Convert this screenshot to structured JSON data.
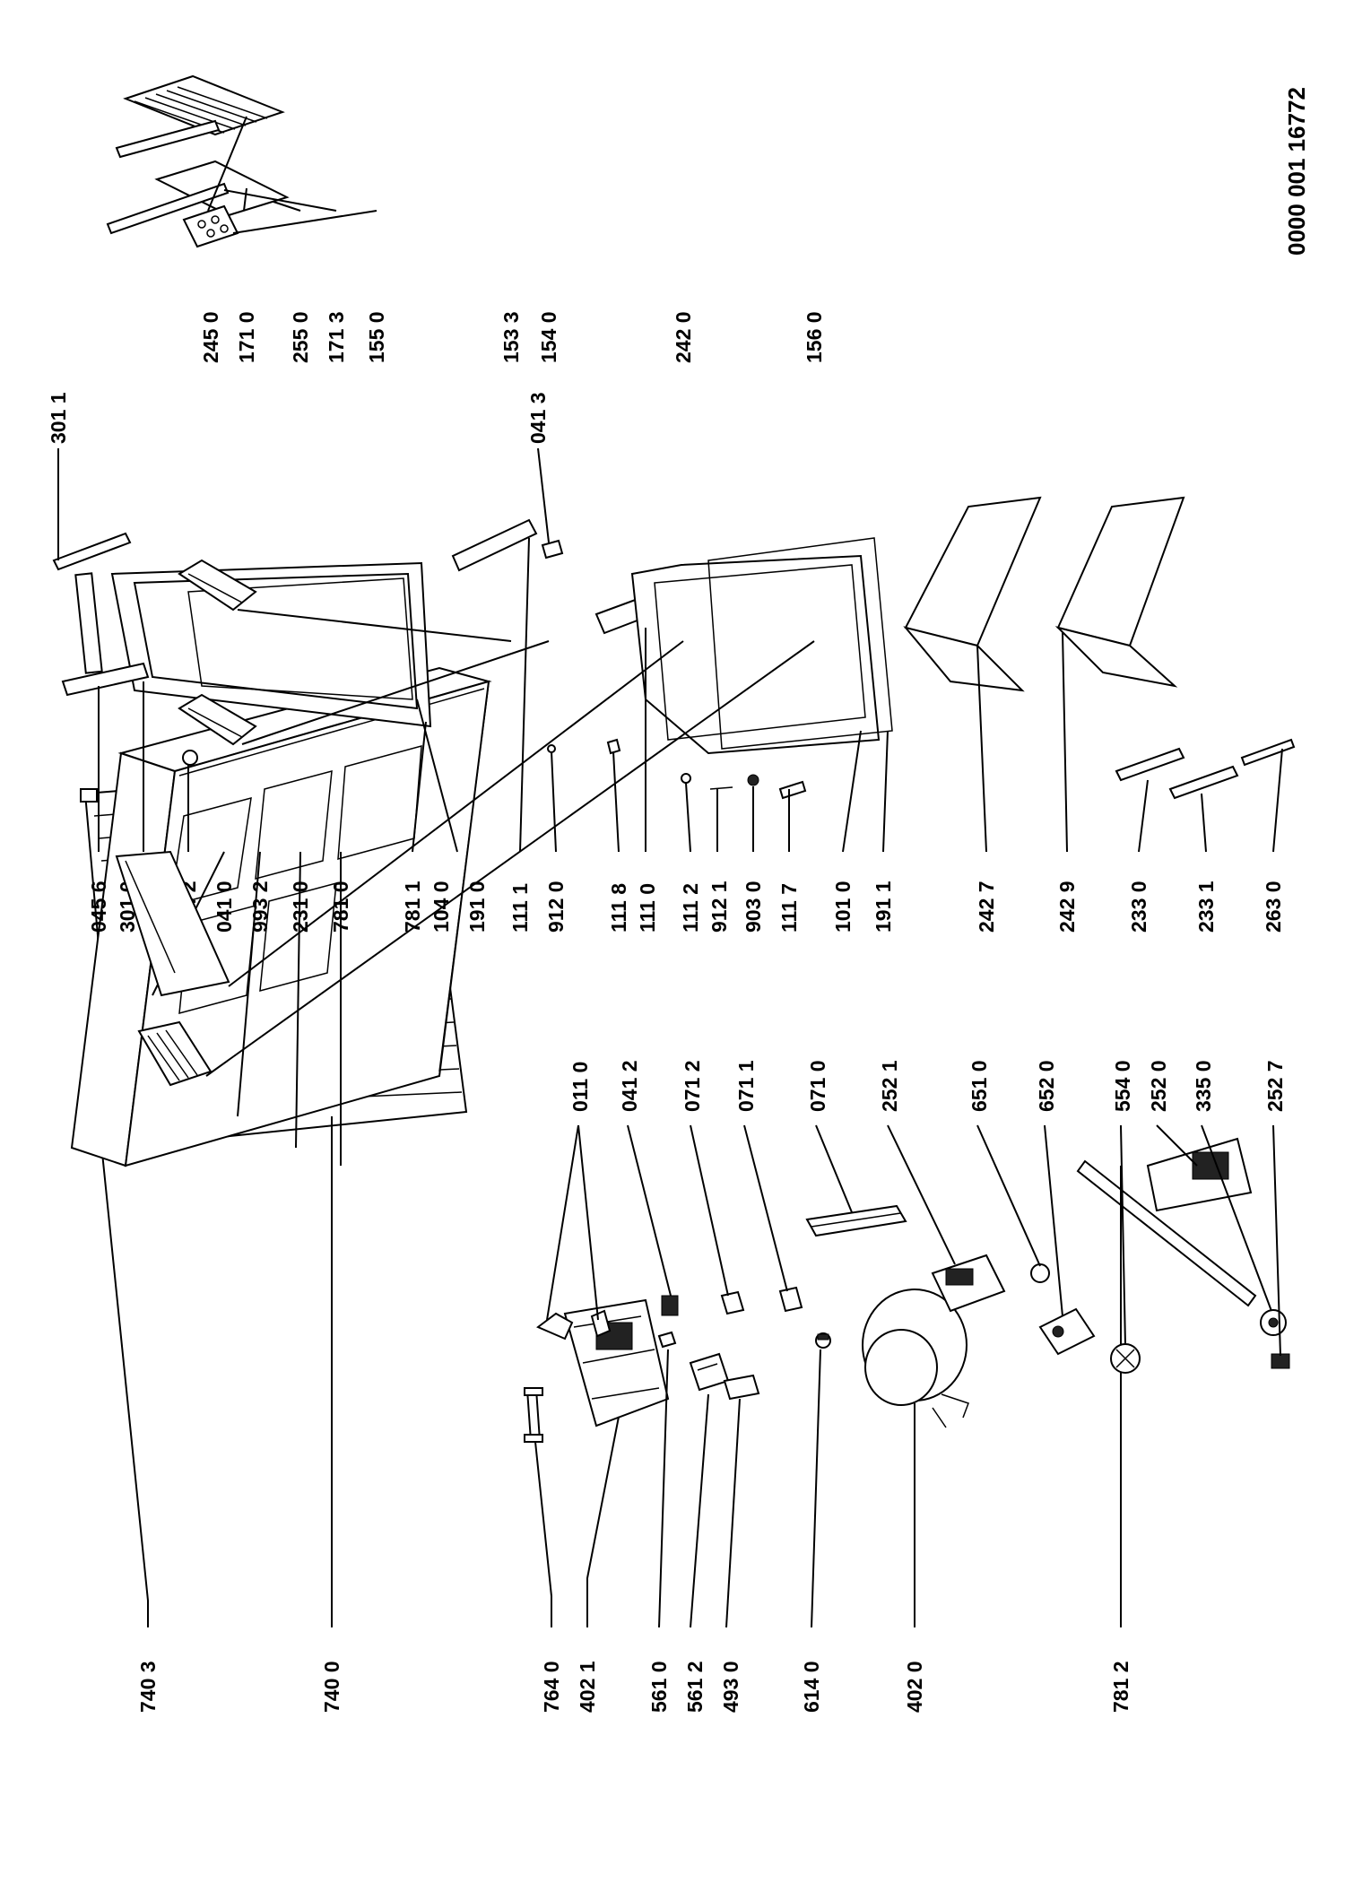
{
  "document_number": "0000 001 16772",
  "part_labels": {
    "p7403": "740 3",
    "p7400": "740 0",
    "p7640": "764 0",
    "p4021": "402 1",
    "p5610": "561 0",
    "p5612": "561 2",
    "p4930": "493 0",
    "p6140": "614 0",
    "p4020": "402 0",
    "p7812": "781 2",
    "p0110": "011 0",
    "p0412": "041 2",
    "p0712": "071 2",
    "p0711": "071 1",
    "p0710": "071 0",
    "p2521": "252 1",
    "p6510": "651 0",
    "p6520": "652 0",
    "p5540": "554 0",
    "p2520": "252 0",
    "p3350": "335 0",
    "p2527": "252 7",
    "p0456": "045 6",
    "p3010": "301 0",
    "p9042": "904 2",
    "p0410": "041 0",
    "p9932": "993 2",
    "p2310": "231 0",
    "p7810": "781 0",
    "p7811": "781 1",
    "p1040": "104 0",
    "p1910": "191 0",
    "p1111": "111 1",
    "p9120": "912 0",
    "p1118": "111 8",
    "p1110": "111 0",
    "p1112": "111 2",
    "p9121": "912 1",
    "p9030": "903 0",
    "p1117": "111 7",
    "p1010": "101 0",
    "p1911": "191 1",
    "p2427": "242 7",
    "p2429": "242 9",
    "p2330": "233 0",
    "p2331": "233 1",
    "p2630": "263 0",
    "p3011": "301 1",
    "p0413": "041 3",
    "p2450": "245 0",
    "p1710": "171 0",
    "p2550": "255 0",
    "p1713": "171 3",
    "p1550": "155 0",
    "p1533": "153 3",
    "p1540": "154 0",
    "p2420": "242 0",
    "p1560": "156 0"
  }
}
